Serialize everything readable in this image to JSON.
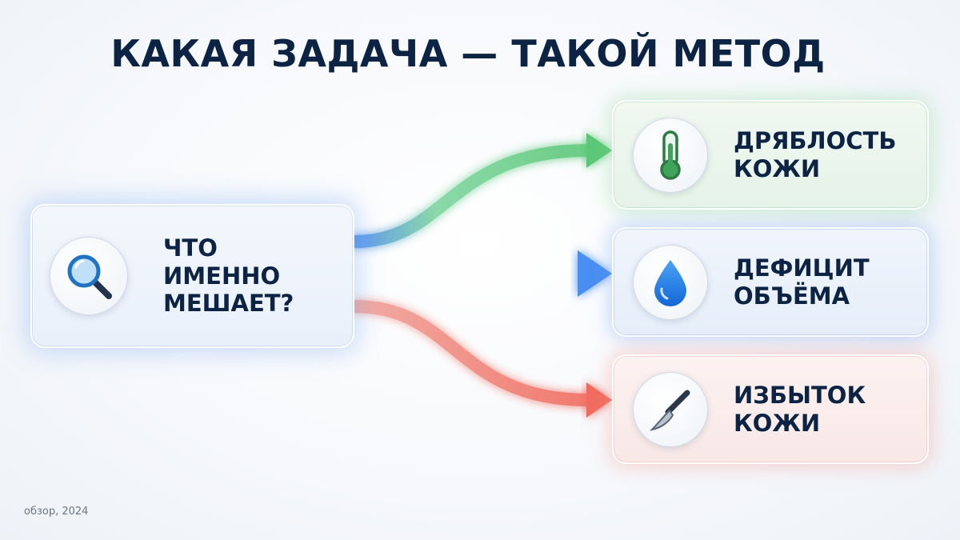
{
  "title": "КАКАЯ ЗАДАЧА  — ТАКОЙ МЕТОД",
  "source": {
    "label": "ЧТО ИМЕННО МЕШАЕТ?",
    "icon": "magnifier-icon"
  },
  "targets": [
    {
      "label": "ДРЯБЛОСТЬ КОЖИ",
      "icon": "thermometer-icon",
      "color": "#5bc878"
    },
    {
      "label": "ДЕФИЦИТ ОБЪЁМА",
      "icon": "water-drop-icon",
      "color": "#3f86ee"
    },
    {
      "label": "ИЗБЫТОК КОЖИ",
      "icon": "scalpel-icon",
      "color": "#f07468"
    }
  ],
  "footer": "обзор, 2024"
}
